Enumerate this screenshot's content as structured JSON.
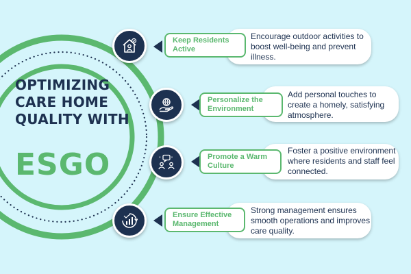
{
  "title": {
    "lines": [
      "OPTIMIZING",
      "CARE HOME",
      "QUALITY WITH"
    ],
    "brand": "ESGO"
  },
  "items": [
    {
      "label": "Keep Residents Active",
      "description": "Encourage outdoor activities to boost well-being and prevent illness.",
      "icon": "house-person-check-icon"
    },
    {
      "label": "Personalize the Environment",
      "description": "Add personal touches to create a homely, satisfying atmosphere.",
      "icon": "hand-globe-icon"
    },
    {
      "label": "Promote a Warm Culture",
      "description": "Foster a positive environment where residents and staff feel connected.",
      "icon": "people-chat-icon"
    },
    {
      "label": "Ensure Effective Management",
      "description": "Strong management ensures smooth operations and improves care quality.",
      "icon": "management-cycle-icon"
    }
  ],
  "colors": {
    "background": "#d5f5fb",
    "navy": "#1d3150",
    "green": "#5bb86f",
    "white": "#ffffff"
  }
}
